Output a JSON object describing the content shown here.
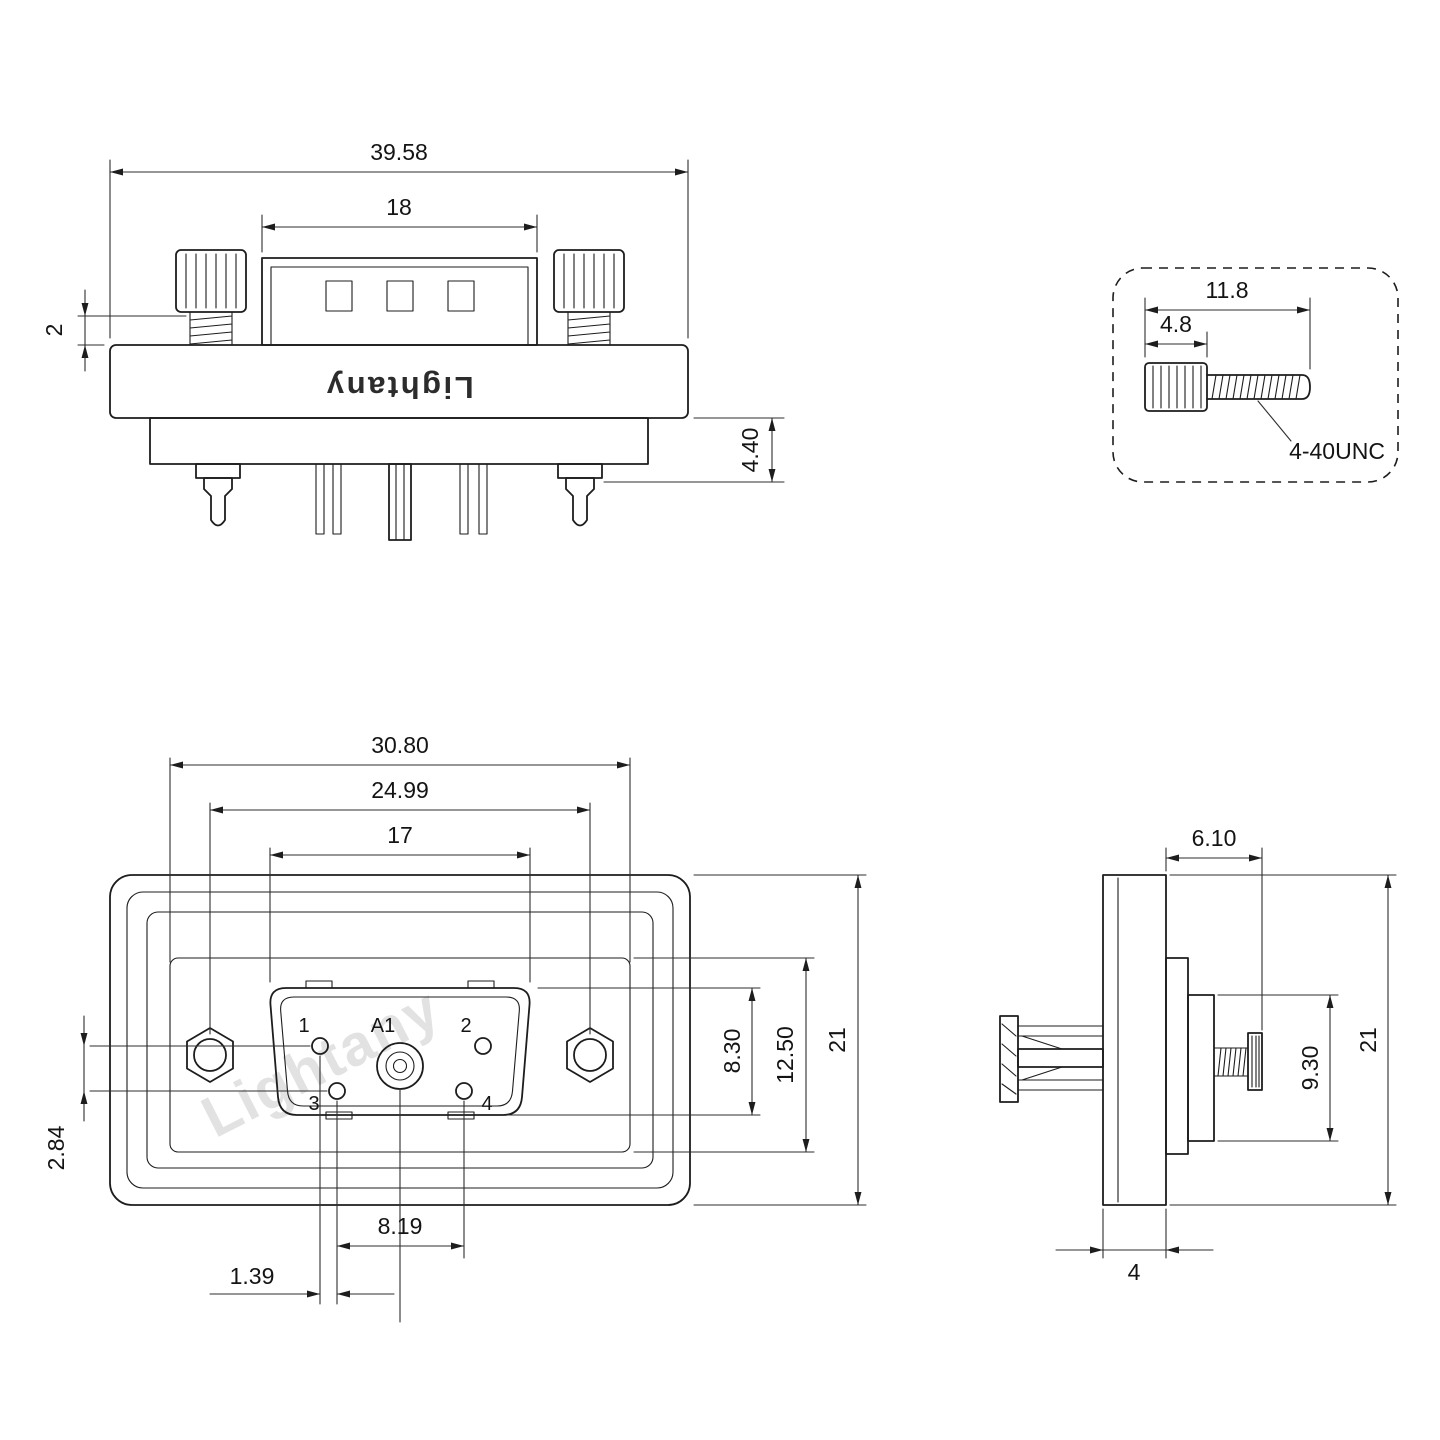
{
  "brand": {
    "logo_text": "Lightany",
    "watermark": "Lightany"
  },
  "views": {
    "front": {
      "dims": {
        "overall_width": "39.58",
        "shroud_width": "18",
        "washer_gap": "2",
        "rear_depth": "4.40"
      }
    },
    "screw": {
      "dims": {
        "total_length": "11.8",
        "head_length": "4.8"
      },
      "thread": "4-40UNC"
    },
    "face": {
      "dims": {
        "recess_width": "30.80",
        "mount_pitch": "24.99",
        "opening_width": "17",
        "opening_height": "8.30",
        "recess_height": "12.50",
        "overall_height": "21",
        "row_offset": "2.84",
        "pin_span": "8.19",
        "col_offset": "1.39"
      },
      "pin_labels": {
        "p1": "1",
        "pa1": "A1",
        "p2": "2",
        "p3": "3",
        "p4": "4"
      }
    },
    "side": {
      "dims": {
        "front_depth": "6.10",
        "shell_height": "9.30",
        "overall_height": "21",
        "flange_thickness": "4"
      }
    }
  }
}
